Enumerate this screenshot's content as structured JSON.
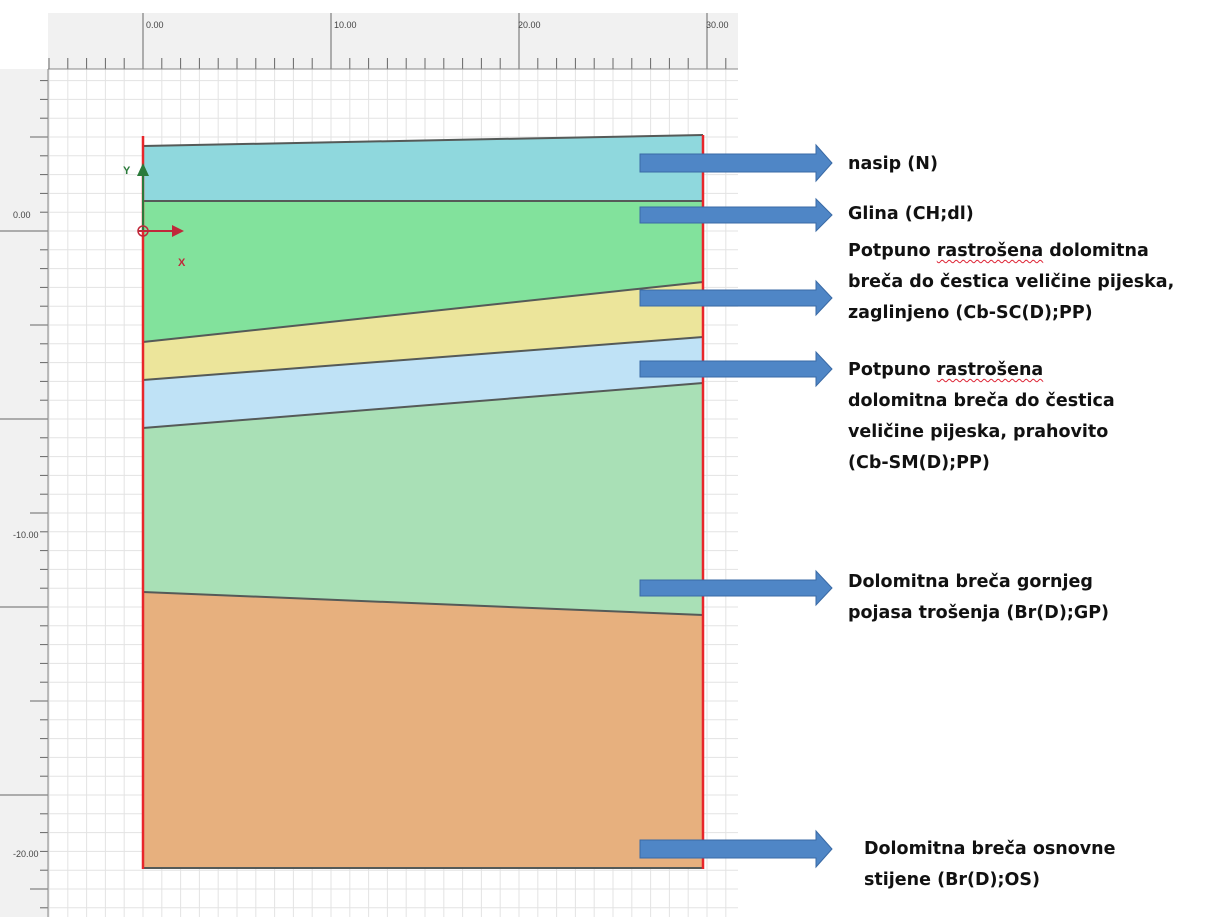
{
  "ruler": {
    "x_ticks": [
      "0.00",
      "10.00",
      "20.00",
      "30.00"
    ],
    "y_ticks": [
      "0.00",
      "-10.00",
      "-20.00"
    ]
  },
  "axes": {
    "x_label": "X",
    "y_label": "Y"
  },
  "layers": [
    {
      "id": "nasip",
      "color": "#8fd8dd"
    },
    {
      "id": "glina",
      "color": "#82e29c"
    },
    {
      "id": "cb-sc",
      "color": "#ece59b"
    },
    {
      "id": "cb-sm",
      "color": "#bfe2f6"
    },
    {
      "id": "br-gp",
      "color": "#a9e0b6"
    },
    {
      "id": "br-os",
      "color": "#e7b07e"
    }
  ],
  "colors": {
    "boundary": "#e8262b",
    "arrow": "#4f86c6",
    "arrow_stroke": "#3a6aa5"
  },
  "labels": {
    "nasip": [
      "nasip (N)"
    ],
    "glina": [
      "Glina (CH;dl)"
    ],
    "cb_sc": [
      "Potpuno ",
      "rastrošena",
      " dolomitna",
      "breča do čestica veličine pijeska,",
      "zaglinjeno (Cb-SC(D);PP)"
    ],
    "cb_sm": [
      "Potpuno ",
      "rastrošena",
      "dolomitna breča do čestica",
      "veličine pijeska, prahovito",
      "(Cb-SM(D);PP)"
    ],
    "br_gp": [
      "Dolomitna breča gornjeg",
      "pojasa trošenja (Br(D);GP)"
    ],
    "br_os": [
      "Dolomitna breča osnovne",
      "stijene (Br(D);OS)"
    ]
  }
}
